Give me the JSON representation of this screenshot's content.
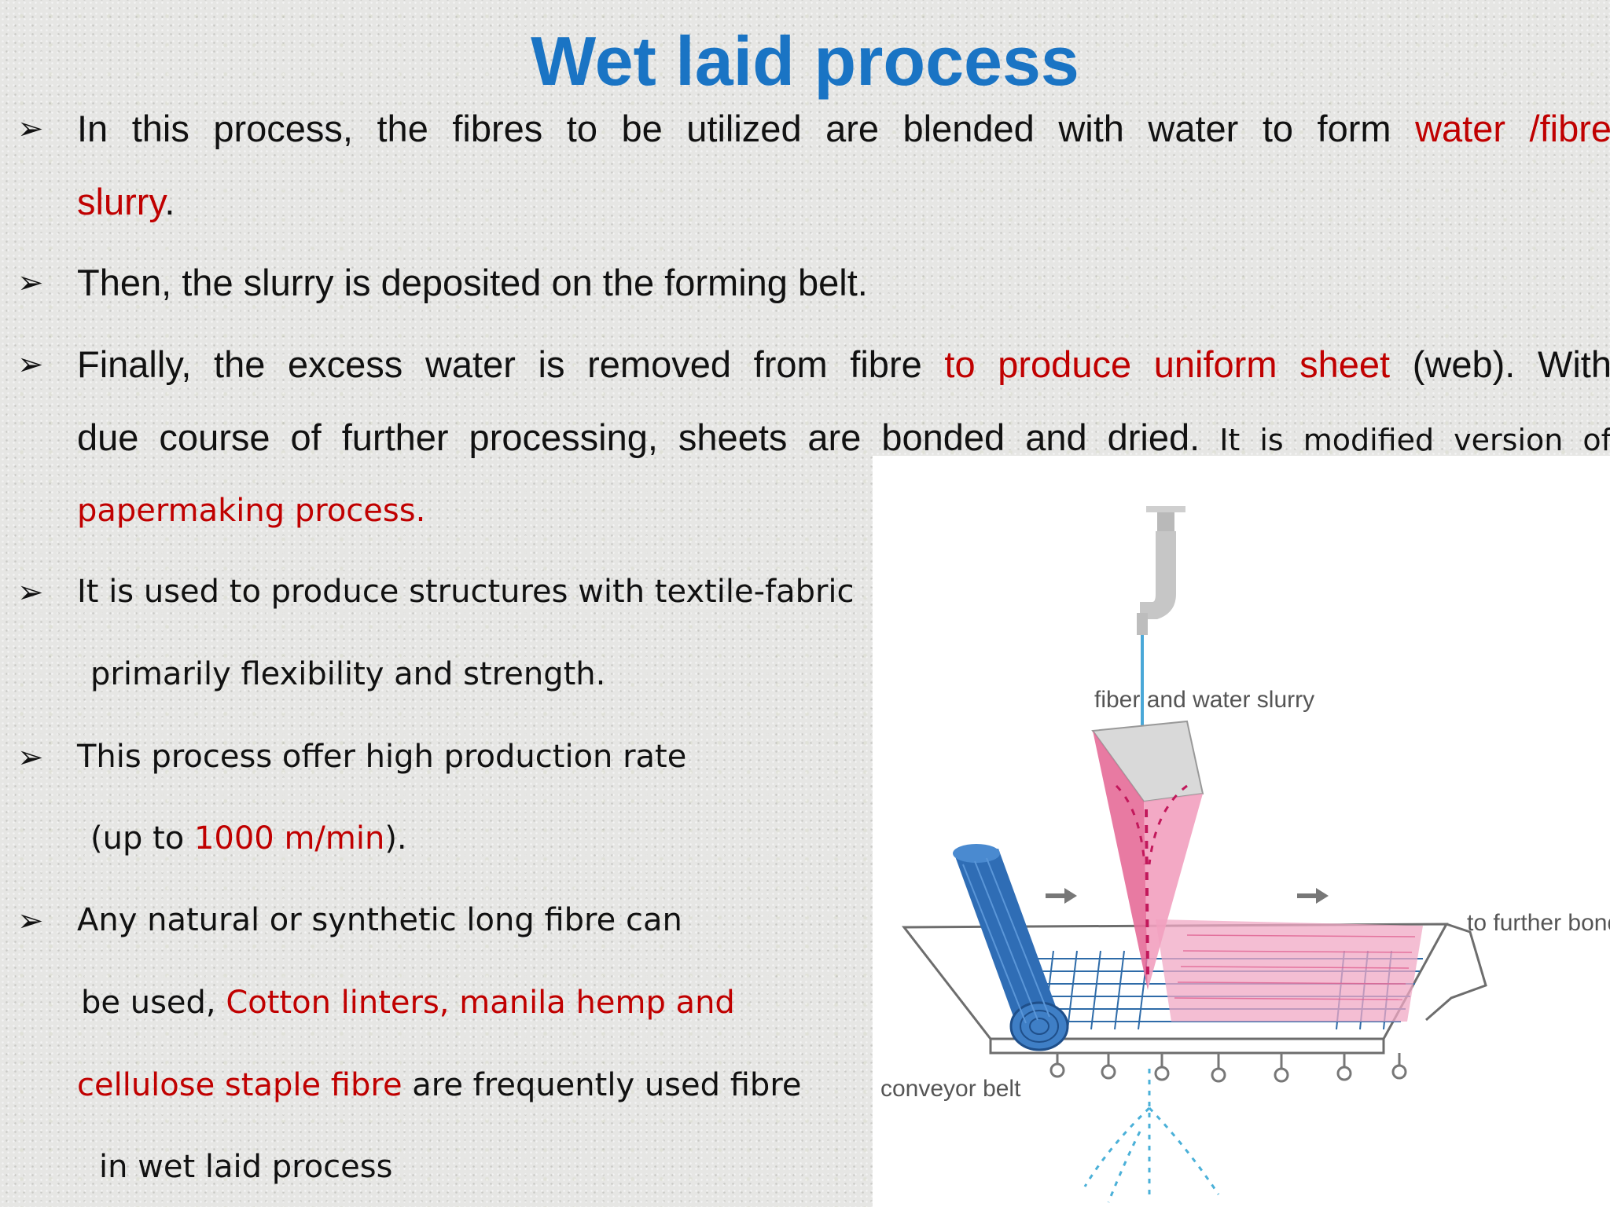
{
  "slide": {
    "title": "Wet laid process",
    "bullets": [
      {
        "line1": {
          "t1": "In this process, the fibres to be utilized are blended with water to form ",
          "t2": "water /fibre"
        },
        "line2": {
          "t1": "slurry",
          "t2": "."
        }
      },
      {
        "line1": {
          "t1": "Then, the slurry is deposited on the forming belt."
        }
      },
      {
        "line1": {
          "t1": "Finally, the excess water is removed from fibre ",
          "t2": "to produce uniform sheet",
          "t3": " (web). With"
        },
        "line2": {
          "t1": "due course of further processing, sheets are bonded and dried.",
          "t2": " It is modified version of"
        },
        "line3": {
          "t1": "papermaking process."
        }
      },
      {
        "line1": {
          "t1": "It is used to produce structures with textile-fabric"
        },
        "line2": {
          "t1": "primarily flexibility and strength."
        }
      },
      {
        "line1": {
          "t1": "This process offer high production rate"
        },
        "line2": {
          "t1": "(up to ",
          "t2": "1000 m/min",
          "t3": ")."
        }
      },
      {
        "line1": {
          "t1": "Any natural or synthetic long fibre can"
        },
        "line2": {
          "t1": "be used, ",
          "t2": "Cotton linters, manila hemp and"
        },
        "line3": {
          "t1": "cellulose staple fibre",
          "t2": " are frequently used fibre"
        },
        "line4": {
          "t1": "in wet laid process"
        }
      }
    ]
  },
  "diagram": {
    "labels": {
      "slurry": "fiber and water slurry",
      "further": "to further bonding",
      "conveyor": "conveyor belt"
    }
  },
  "colors": {
    "title": "#1a74c4",
    "highlight": "#c00000",
    "roll": "#2f6db5",
    "slurry": "#e8709a"
  },
  "icons": {
    "bullet": "arrowhead-bullet-icon"
  }
}
